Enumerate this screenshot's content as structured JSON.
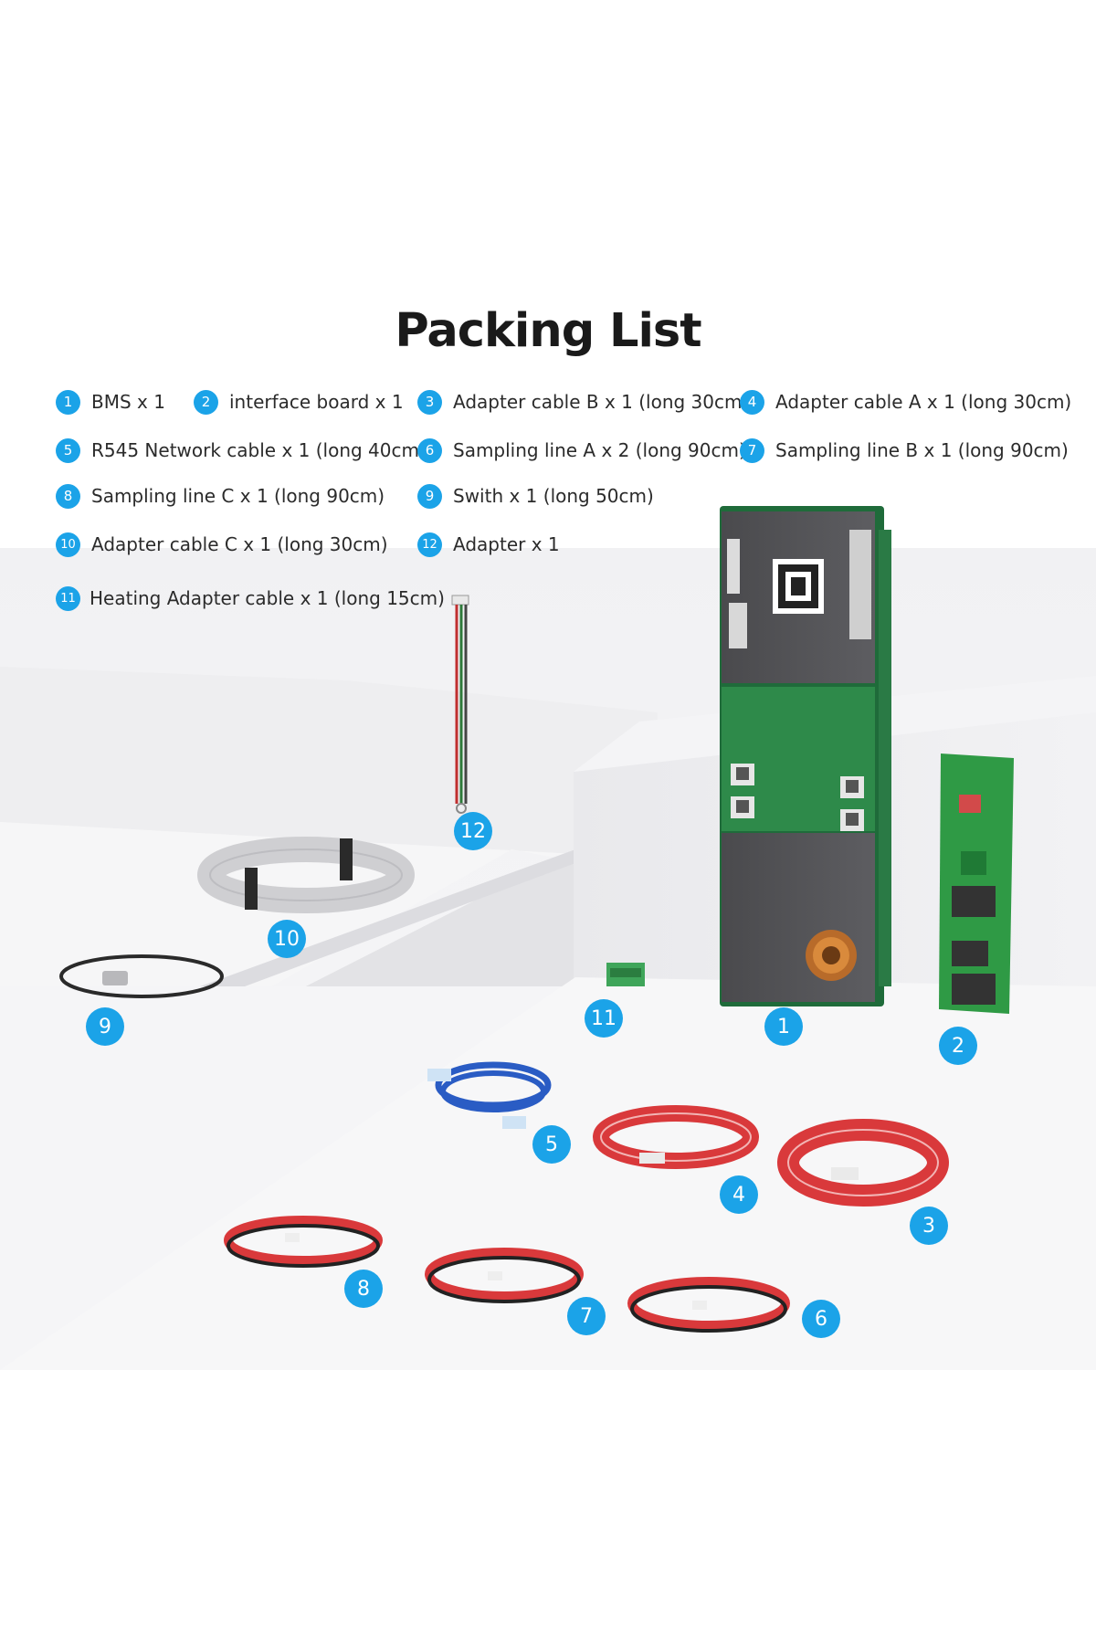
{
  "title": "Packing List",
  "accent_color": "#1ba3e8",
  "items": [
    {
      "num": "1",
      "label": "BMS x 1"
    },
    {
      "num": "2",
      "label": "interface board  x 1"
    },
    {
      "num": "3",
      "label": "Adapter cable B x 1 (long 30cm)"
    },
    {
      "num": "4",
      "label": "Adapter cable A x 1 (long 30cm)"
    },
    {
      "num": "5",
      "label": "R545 Network cable x 1 (long 40cm)"
    },
    {
      "num": "6",
      "label": "Sampling line A x 2 (long 90cm)"
    },
    {
      "num": "7",
      "label": "Sampling line B x 1 (long 90cm)"
    },
    {
      "num": "8",
      "label": "Sampling line C x 1 (long 90cm)"
    },
    {
      "num": "9",
      "label": "Swith x 1 (long 50cm)"
    },
    {
      "num": "10",
      "label": "Adapter cable C x 1 (long 30cm)"
    },
    {
      "num": "12",
      "label": "Adapter x 1"
    },
    {
      "num": "11",
      "label": "Heating Adapter cable x 1 (long 15cm)"
    }
  ],
  "callouts": [
    "12",
    "10",
    "9",
    "11",
    "1",
    "2",
    "5",
    "4",
    "3",
    "8",
    "7",
    "6"
  ]
}
